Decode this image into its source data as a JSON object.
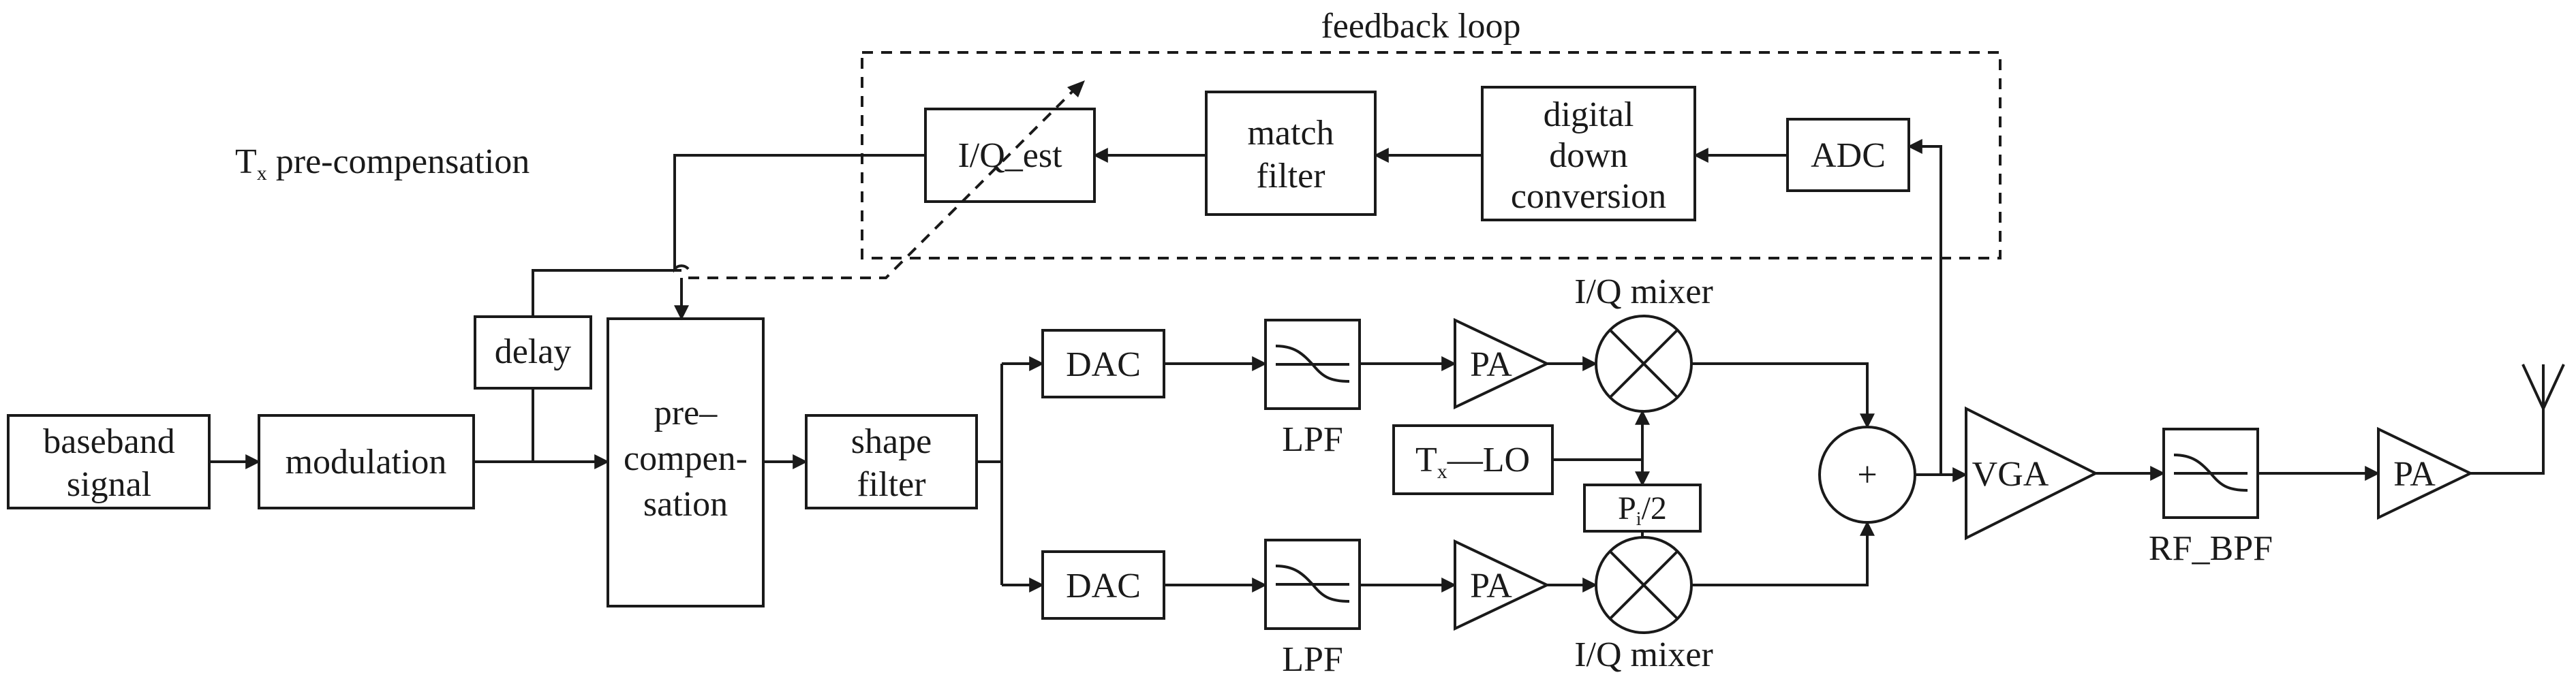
{
  "labels": {
    "feedback_title": "feedback loop",
    "tx_precomp_T": "T",
    "tx_precomp_sub": "x",
    "tx_precomp_rest": " pre-compensation",
    "baseband_1": "baseband",
    "baseband_2": "signal",
    "modulation": "modulation",
    "delay": "delay",
    "precomp_1": "pre–",
    "precomp_2": "compen-",
    "precomp_3": "sation",
    "shape_1": "shape",
    "shape_2": "filter",
    "dac_top": "DAC",
    "dac_bottom": "DAC",
    "lpf_top": "LPF",
    "lpf_bottom": "LPF",
    "pa_top": "PA",
    "pa_bottom": "PA",
    "mixer_top": "I/Q mixer",
    "mixer_bottom": "I/Q mixer",
    "txlo_T": "T",
    "txlo_sub": "x",
    "txlo_rest": "—LO",
    "phase_P": "P",
    "phase_sub": "i",
    "phase_rest": "/2",
    "summer": "+",
    "vga": "VGA",
    "rf_bpf": "RF_BPF",
    "pa_out": "PA",
    "iq_est": "I/Q_est",
    "match_1": "match",
    "match_2": "filter",
    "ddc_1": "digital",
    "ddc_2": "down",
    "ddc_3": "conversion",
    "adc": "ADC"
  },
  "icons": {
    "filter_symbol": "lowpass-filter-icon",
    "mixer_symbol": "multiplier-cross-icon",
    "antenna_symbol": "antenna-icon"
  }
}
